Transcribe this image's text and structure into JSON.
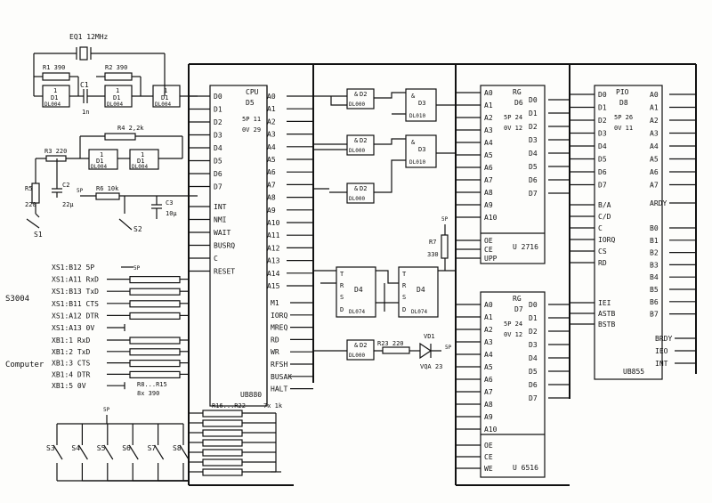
{
  "top": {
    "q1": "EQ1 12MHz",
    "r1": "R1 390",
    "r2": "R2 390",
    "c1": "C1",
    "c1v": "1n",
    "r4": "R4 2,2k",
    "r3": "R3 220",
    "r5": "R5",
    "r5v": "220",
    "c2": "C2",
    "c2v": "22µ",
    "r6": "R6 10k",
    "c3": "C3",
    "c3v": "10µ",
    "s1": "S1",
    "s2": "S2",
    "sp": "5P"
  },
  "inv": [
    "1",
    "D1",
    "DL004"
  ],
  "cpu": {
    "title": "CPU",
    "d": "D5",
    "p1": "5P 11",
    "p2": "0V 29",
    "part": "UB880",
    "left": [
      "D0",
      "D1",
      "D2",
      "D3",
      "D4",
      "D5",
      "D6",
      "D7",
      "INT",
      "NMI",
      "WAIT",
      "BUSRQ",
      "C",
      "RESET"
    ],
    "right": [
      "A0",
      "A1",
      "A2",
      "A3",
      "A4",
      "A5",
      "A6",
      "A7",
      "A8",
      "A9",
      "A10",
      "A11",
      "A12",
      "A13",
      "A14",
      "A15",
      "M1",
      "IORQ",
      "MREQ",
      "RD",
      "WR",
      "RFSH",
      "BUSAK",
      "HALT"
    ]
  },
  "rom": {
    "title": "RG",
    "d": "D6",
    "p1": "5P 24",
    "p2": "0V 12",
    "part": "U 2716",
    "left": [
      "A0",
      "A1",
      "A2",
      "A3",
      "A4",
      "A5",
      "A6",
      "A7",
      "A8",
      "A9",
      "A10",
      "OE",
      "CE",
      "UPP"
    ],
    "right": [
      "D0",
      "D1",
      "D2",
      "D3",
      "D4",
      "D5",
      "D6",
      "D7"
    ]
  },
  "ram": {
    "title": "RG",
    "d": "D7",
    "p1": "5P 24",
    "p2": "0V 12",
    "part": "U 6516",
    "left": [
      "A0",
      "A1",
      "A2",
      "A3",
      "A4",
      "A5",
      "A6",
      "A7",
      "A8",
      "A9",
      "A10",
      "OE",
      "CE",
      "WE"
    ],
    "right": [
      "D0",
      "D1",
      "D2",
      "D3",
      "D4",
      "D5",
      "D6",
      "D7"
    ]
  },
  "pio": {
    "title": "PIO",
    "d": "D8",
    "p1": "5P 26",
    "p2": "0V 11",
    "part": "UB855",
    "left": [
      "D0",
      "D1",
      "D2",
      "D3",
      "D4",
      "D5",
      "D6",
      "D7",
      "B/A",
      "C/D",
      "C",
      "IORQ",
      "CS",
      "RD",
      "IEI",
      "ASTB",
      "BSTB"
    ],
    "right": [
      "A0",
      "A1",
      "A2",
      "A3",
      "A4",
      "A5",
      "A6",
      "A7",
      "ARDY",
      "B0",
      "B1",
      "B2",
      "B3",
      "B4",
      "B5",
      "B6",
      "B7",
      "BRDY",
      "IEO",
      "INT"
    ]
  },
  "gates": {
    "d2a": "D2",
    "d2b": "D2",
    "d2c": "D2",
    "d2d": "D2",
    "d3a": "D3",
    "d3b": "D3",
    "dl000": "DL000",
    "dl010": "DL010",
    "amp": "&",
    "one": "1"
  },
  "ff": {
    "d4": "D4",
    "dl074": "DL074",
    "t": "T",
    "r": "R",
    "s": "S",
    "d": "D"
  },
  "led": {
    "r7": "R7",
    "r7v": "330",
    "r23": "R23 220",
    "vd1": "VD1",
    "vqa": "VQA 23",
    "sp": "5P"
  },
  "s3004": "S3004",
  "computer": "Computer",
  "xs": [
    "XS1:B12 5P",
    "XS1:A11 RxD",
    "XS1:B13 TxD",
    "XS1:B11 CTS",
    "XS1:A12 DTR",
    "XS1:A13 0V"
  ],
  "xb": [
    "XB1:1 RxD",
    "XB1:2 TxD",
    "XB1:3 CTS",
    "XB1:4 DTR",
    "XB1:5 0V"
  ],
  "rnet": {
    "r8": "R8...R15",
    "r8v": "8x 390",
    "r16": "R16...R22",
    "r16v": "7x 1k"
  },
  "switches": [
    "S3",
    "S4",
    "S5",
    "S6",
    "S7",
    "S8"
  ],
  "colors": {
    "ink": "#111111",
    "paper": "#fdfdfb"
  }
}
